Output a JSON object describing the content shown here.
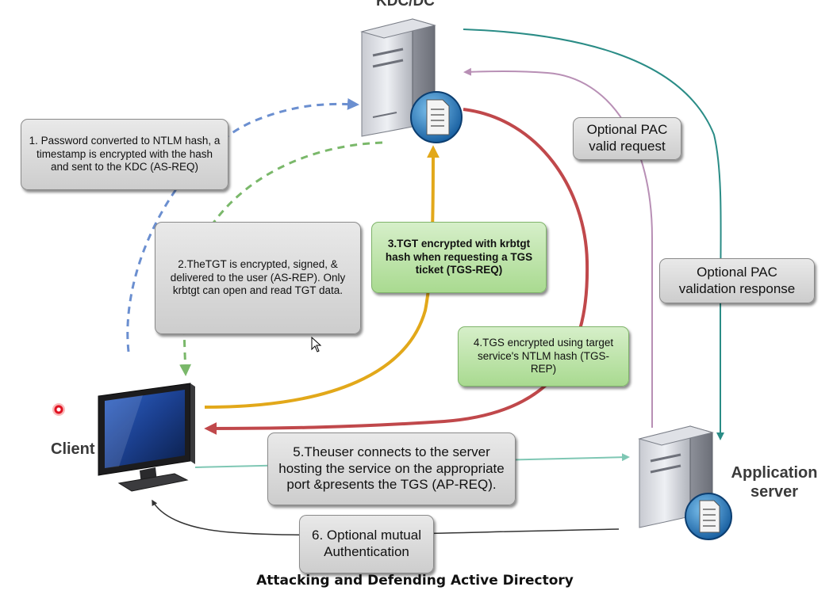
{
  "labels": {
    "kdc": "KDC/DC",
    "client": "Client",
    "app_server": "Application server"
  },
  "steps": {
    "s1": "1. Password converted to NTLM hash, a timestamp is encrypted with the hash and sent to the KDC (AS-REQ)",
    "s2": "2.TheTGT is encrypted, signed, & delivered to the user (AS-REP). Only krbtgt can open and read TGT data.",
    "s3": "3.TGT encrypted with krbtgt hash when requesting a TGS ticket (TGS-REQ)",
    "s4": "4.TGS encrypted using target service's NTLM hash (TGS-REP)",
    "s5": "5.Theuser connects to the server hosting the service on the appropriate port &presents the TGS (AP-REQ).",
    "s6": "6. Optional mutual Authentication",
    "pac_request": "Optional PAC valid request",
    "pac_response": "Optional PAC validation response"
  },
  "caption": "Attacking and Defending Active Directory",
  "colors": {
    "as_req": "#6b8fd0",
    "as_rep": "#7ab86a",
    "tgs_req": "#e2a81a",
    "tgs_rep": "#c0484b",
    "ap_req": "#7fc7b4",
    "mutual_auth": "#333333",
    "pac_request": "#b88fb5",
    "pac_response": "#2a8c86"
  }
}
